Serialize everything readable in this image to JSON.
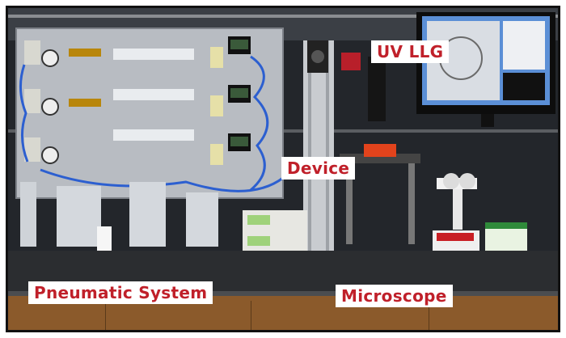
{
  "labels": {
    "uv_llg": "UV LLG",
    "device": "Device",
    "pneumatic_system": "Pneumatic System",
    "microscope": "Microscope"
  },
  "colors": {
    "label_text": "#c0202a",
    "label_background": "#ffffff",
    "frame_border": "#111111"
  }
}
